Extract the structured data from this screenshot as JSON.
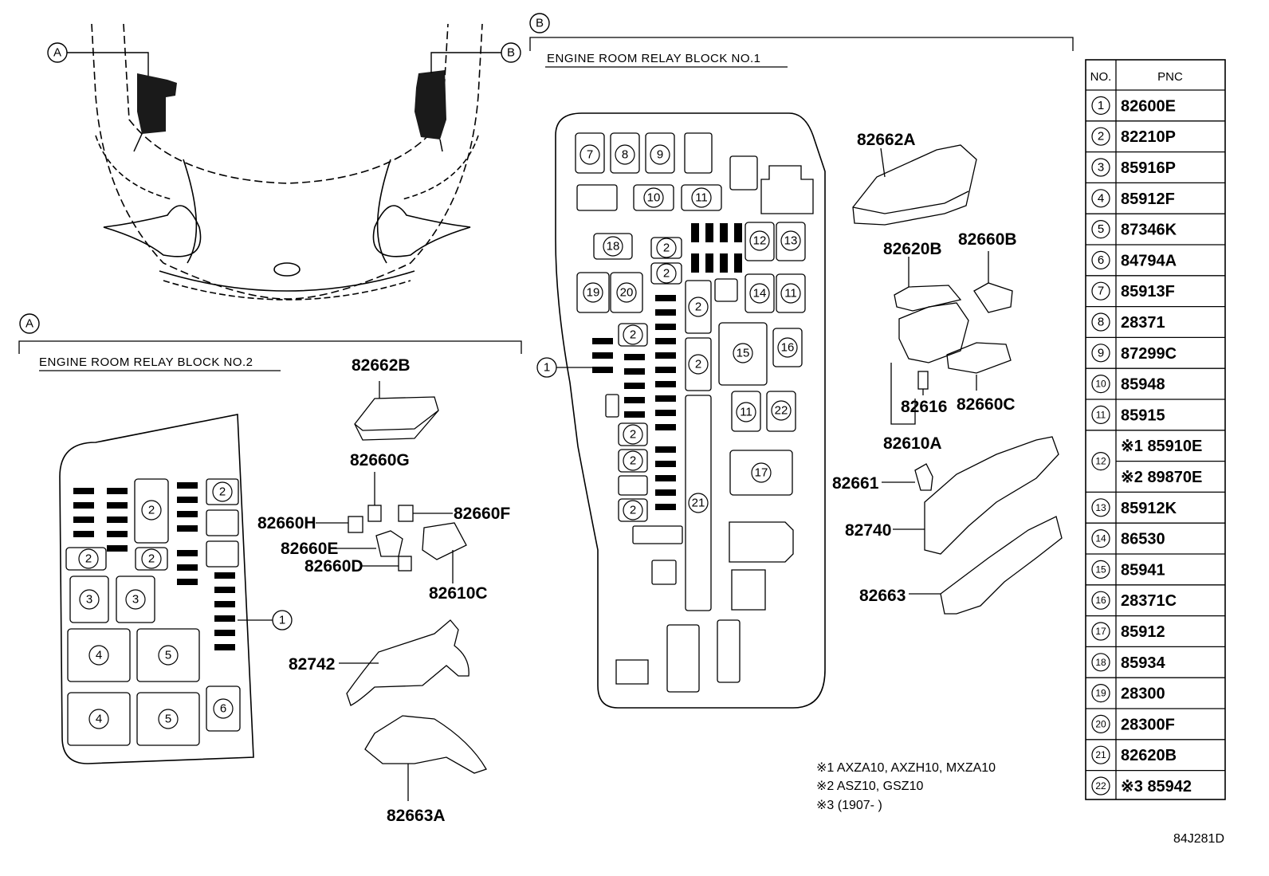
{
  "overview": {
    "marker_a": "A",
    "marker_b": "B"
  },
  "block_a": {
    "marker": "A",
    "title": "ENGINE ROOM RELAY BLOCK NO.2",
    "callout": "1",
    "part_labels": {
      "cover": "82662B",
      "g": "82660G",
      "h": "82660H",
      "f": "82660F",
      "e": "82660E",
      "d": "82660D",
      "assy": "82610C",
      "upper": "82742",
      "lower": "82663A"
    }
  },
  "block_b": {
    "marker": "B",
    "title": "ENGINE ROOM RELAY BLOCK NO.1",
    "callout": "1",
    "part_labels": {
      "cover": "82662A",
      "block": "82620B",
      "relay_b": "82660B",
      "relay_c": "82660C",
      "pin": "82616",
      "assy": "82610A",
      "bracket": "82661",
      "upper": "82740",
      "lower": "82663"
    }
  },
  "notes": [
    "※1  AXZA10, AXZH10, MXZA10",
    "※2  ASZ10, GSZ10",
    "※3 (1907-        )"
  ],
  "table": {
    "header_no": "NO.",
    "header_pnc": "PNC",
    "rows": [
      {
        "no": "1",
        "pnc": "82600E"
      },
      {
        "no": "2",
        "pnc": "82210P"
      },
      {
        "no": "3",
        "pnc": "85916P"
      },
      {
        "no": "4",
        "pnc": "85912F"
      },
      {
        "no": "5",
        "pnc": "87346K"
      },
      {
        "no": "6",
        "pnc": "84794A"
      },
      {
        "no": "7",
        "pnc": "85913F"
      },
      {
        "no": "8",
        "pnc": "28371"
      },
      {
        "no": "9",
        "pnc": "87299C"
      },
      {
        "no": "10",
        "pnc": "85948"
      },
      {
        "no": "11",
        "pnc": "85915"
      },
      {
        "no": "12",
        "pnc": "※1 85910E",
        "pnc2": "※2 89870E"
      },
      {
        "no": "13",
        "pnc": "85912K"
      },
      {
        "no": "14",
        "pnc": "86530"
      },
      {
        "no": "15",
        "pnc": "85941"
      },
      {
        "no": "16",
        "pnc": "28371C"
      },
      {
        "no": "17",
        "pnc": "85912"
      },
      {
        "no": "18",
        "pnc": "85934"
      },
      {
        "no": "19",
        "pnc": "28300"
      },
      {
        "no": "20",
        "pnc": "28300F"
      },
      {
        "no": "21",
        "pnc": "82620B"
      },
      {
        "no": "22",
        "pnc": "※3 85942"
      }
    ]
  },
  "diagram_code": "84J281D"
}
